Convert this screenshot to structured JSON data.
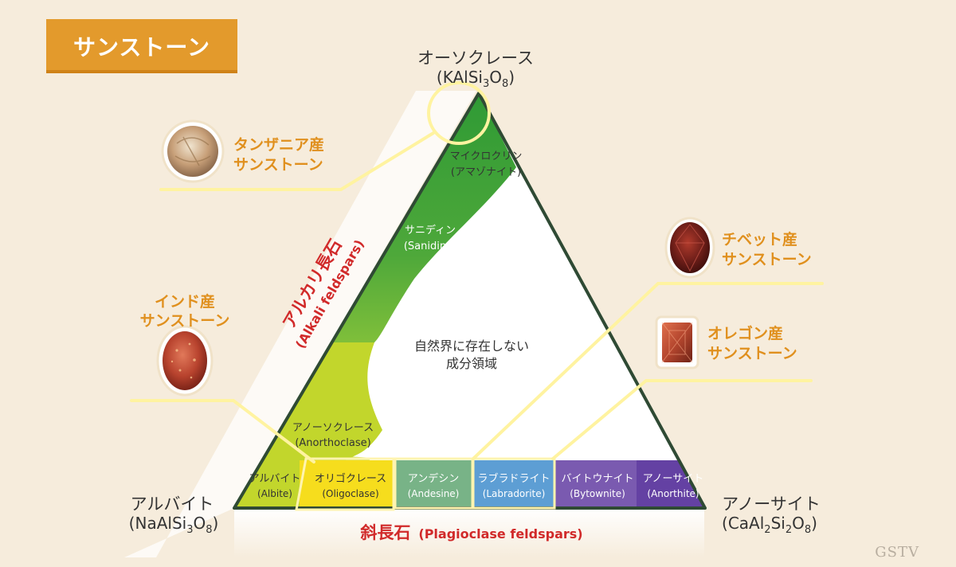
{
  "title": "サンストーン",
  "vertices": {
    "top": {
      "name": "オーソクレース",
      "formula": "KAlSi",
      "sub1": "3",
      "mid1": "O",
      "sub2": "8"
    },
    "left": {
      "name": "アルバイト",
      "formula": "NaAlSi",
      "sub1": "3",
      "mid1": "O",
      "sub2": "8"
    },
    "right": {
      "name": "アノーサイト",
      "formula": "CaAl",
      "sub1": "2",
      "mid1": "Si",
      "sub2": "2",
      "mid2": "O",
      "sub3": "8"
    }
  },
  "zones": {
    "microcline": {
      "jp": "マイクロクリン",
      "en": "(アマゾナイト)"
    },
    "sanidine": {
      "jp": "サニディン",
      "en": "(Sanidine)"
    },
    "anorthoclase": {
      "jp": "アノーソクレース",
      "en": "(Anorthoclase)"
    },
    "nonexistent": {
      "line1": "自然界に存在しない",
      "line2": "成分領域"
    }
  },
  "plagioclase": [
    {
      "jp": "アルバイト",
      "en": "(Albite)"
    },
    {
      "jp": "オリゴクレース",
      "en": "(Oligoclase)"
    },
    {
      "jp": "アンデシン",
      "en": "(Andesine)"
    },
    {
      "jp": "ラブラドライト",
      "en": "(Labradorite)"
    },
    {
      "jp": "バイトウナイト",
      "en": "(Bytownite)"
    },
    {
      "jp": "アノーサイト",
      "en": "(Anorthite)"
    }
  ],
  "series": {
    "alkali": {
      "jp": "アルカリ長石",
      "en": "(Alkali feldspars)"
    },
    "plagioclase": {
      "jp": "斜長石",
      "en": "(Plagioclase feldspars)"
    }
  },
  "origins": {
    "tanzania": {
      "line1": "タンザニア産",
      "line2": "サンストーン"
    },
    "india": {
      "line1": "インド産",
      "line2": "サンストーン"
    },
    "tibet": {
      "line1": "チベット産",
      "line2": "サンストーン"
    },
    "oregon": {
      "line1": "オレゴン産",
      "line2": "サンストーン"
    }
  },
  "watermark": "GSTV",
  "colors": {
    "title_bg": "#e39a2c",
    "accent_orange": "#e0901e",
    "series_red": "#d12a2a",
    "green_dark": "#3f9f2f",
    "yellow_green": "#c2d62c",
    "oligoclase_yellow": "#f6dd1d",
    "andesine_green": "#78b387",
    "labradorite_blue": "#5d9ed4",
    "bytownite_purple": "#7a5ab0",
    "anorthite_purple": "#6441a3"
  }
}
